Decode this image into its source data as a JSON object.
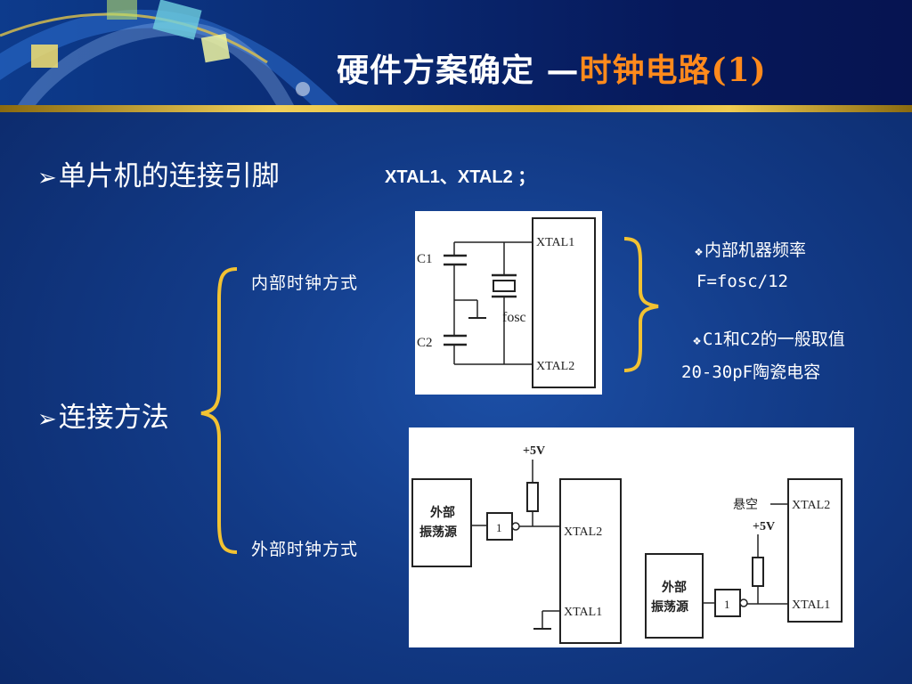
{
  "title": {
    "white_part": "硬件方案确定 —",
    "orange_part": "时钟电路(1)"
  },
  "bullet1": {
    "label": "单片机的连接引脚",
    "pins": "XTAL1、XTAL2 ；"
  },
  "bullet2": {
    "label": "连接方法"
  },
  "labels": {
    "internal": "内部时钟方式",
    "external": "外部时钟方式"
  },
  "notes": {
    "freq_title": "内部机器频率",
    "freq_formula": "F=fosc/12",
    "cap_title": "C1和C2的一般取值",
    "cap_value": "20-30pF陶瓷电容"
  },
  "circuit_internal": {
    "c1": "C1",
    "c2": "C2",
    "xtal1": "XTAL1",
    "xtal2": "XTAL2",
    "fosc": "fosc"
  },
  "circuit_external": {
    "vcc_left": "+5V",
    "osc_left": [
      "外部",
      "振荡源"
    ],
    "gate_left": "1",
    "pin_top_left": "XTAL2",
    "pin_bottom_left": "XTAL1",
    "float_label": "悬空",
    "vcc_right": "+5V",
    "osc_right": [
      "外部",
      "振荡源"
    ],
    "gate_right": "1",
    "pin_top_right": "XTAL2",
    "pin_bottom_right": "XTAL1"
  },
  "colors": {
    "background": "#133d8c",
    "accent_title": "#ff8a1c",
    "brace": "#f2c232",
    "gold_bar": "#e8c040"
  }
}
